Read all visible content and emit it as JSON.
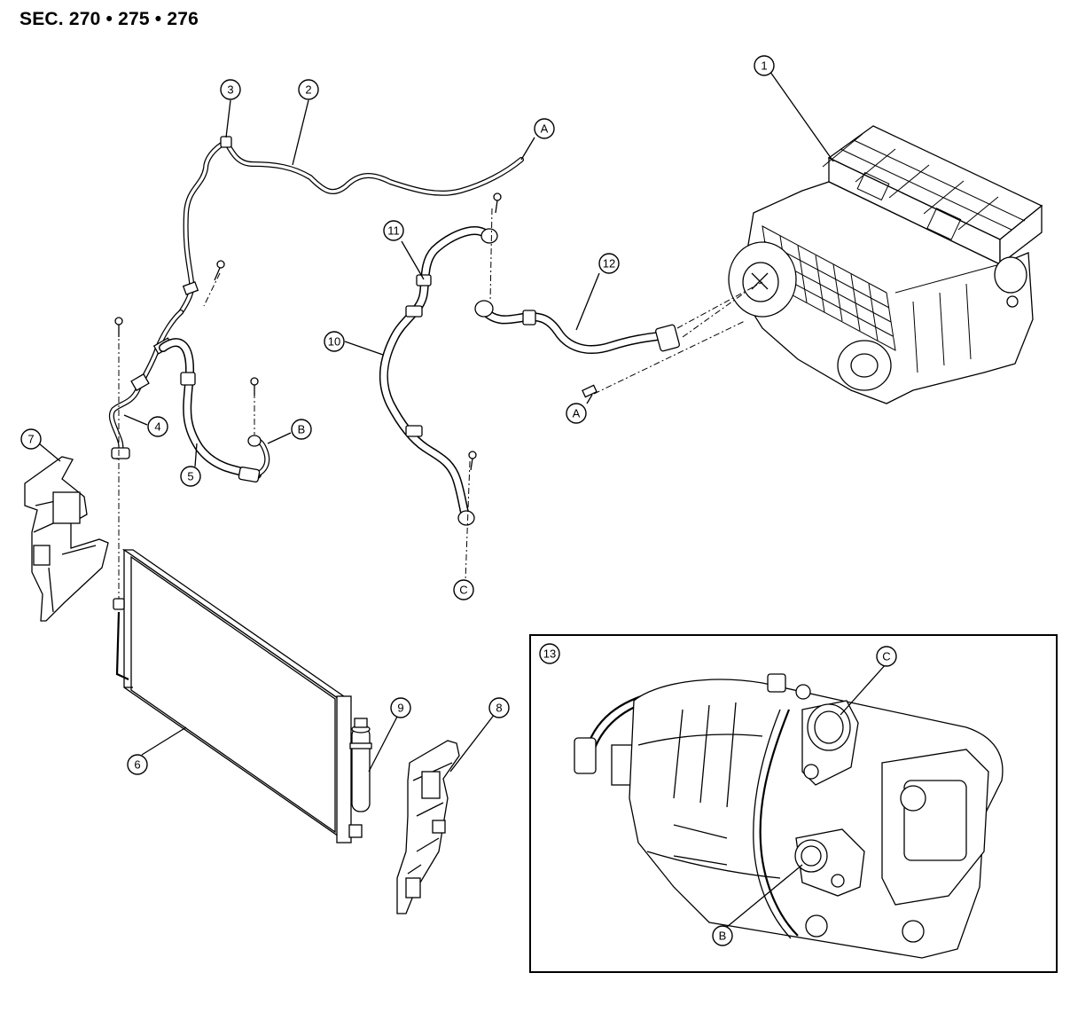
{
  "header": {
    "section_ref": "SEC. 270 • 275 • 276"
  },
  "callouts": {
    "c1": "1",
    "c2": "2",
    "c3": "3",
    "c4": "4",
    "c5": "5",
    "c6": "6",
    "c7": "7",
    "c8": "8",
    "c9": "9",
    "c10": "10",
    "c11": "11",
    "c12": "12",
    "c13": "13",
    "A_top": "A",
    "A_bottom": "A",
    "B_main": "B",
    "B_inset": "B",
    "C_main": "C",
    "C_inset": "C"
  }
}
